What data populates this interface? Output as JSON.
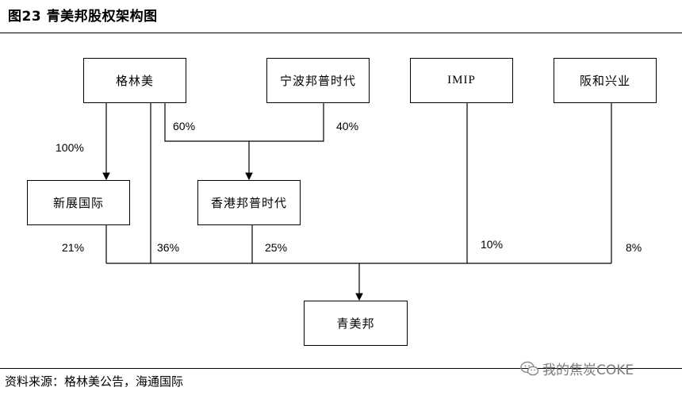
{
  "figure": {
    "title": "图23 青美邦股权架构图",
    "source": "资料来源：格林美公告，海通国际",
    "watermark": "我的焦炭COKE"
  },
  "entities": {
    "gem": "格林美",
    "ningbo": "宁波邦普时代",
    "imip": "IMIP",
    "hanwa": "阪和兴业",
    "xinzhan": "新展国际",
    "hk": "香港邦普时代",
    "qmb": "青美邦"
  },
  "stakes": {
    "gem_xinzhan": "100%",
    "gem_hk": "60%",
    "ningbo_hk": "40%",
    "xinzhan_qmb": "21%",
    "gem_qmb": "36%",
    "hk_qmb": "25%",
    "imip_qmb": "10%",
    "hanwa_qmb": "8%"
  },
  "colors": {
    "line": "#000000",
    "watermark": "#7a7a7a"
  }
}
